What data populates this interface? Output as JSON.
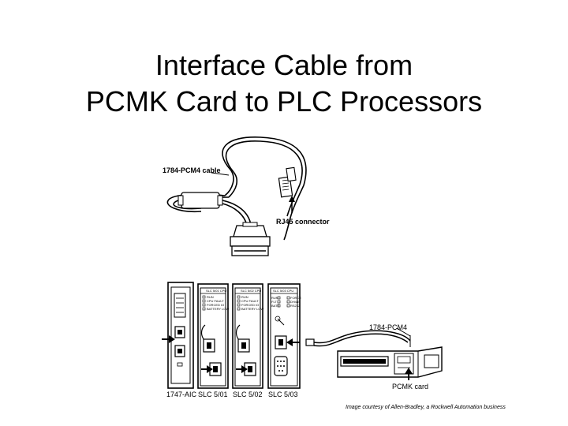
{
  "title": {
    "line1": "Interface Cable from",
    "line2": "PCMK Card to PLC Processors"
  },
  "top_figure": {
    "cable_label": "1784-PCM4 cable",
    "connector_label": "RJ45 connector"
  },
  "bottom_figure": {
    "modules": [
      {
        "id": "aic",
        "label": "1747-AIC"
      },
      {
        "id": "slc501",
        "label": "SLC 5/01",
        "header": "SLC 5/01 CPU",
        "leds": [
          "RUN",
          "CPU FAULT",
          "FORCED IO",
          "BATTERY LOW"
        ]
      },
      {
        "id": "slc502",
        "label": "SLC 5/02",
        "header": "SLC 5/02 CPU",
        "leds": [
          "RUN",
          "CPU FAULT",
          "FORCED IO",
          "BATTERY LOW"
        ]
      },
      {
        "id": "slc503",
        "label": "SLC 5/03",
        "header": "SLC 5/03 CPU",
        "leds": [
          "RUN",
          "FLT",
          "BATT",
          "FORCE",
          "DH485",
          "RS232"
        ]
      }
    ],
    "pcm4_label": "1784-PCM4",
    "card_label": "PCMK card"
  },
  "credit": "Image courtesy of Allen-Bradley, a Rockwell Automation business"
}
